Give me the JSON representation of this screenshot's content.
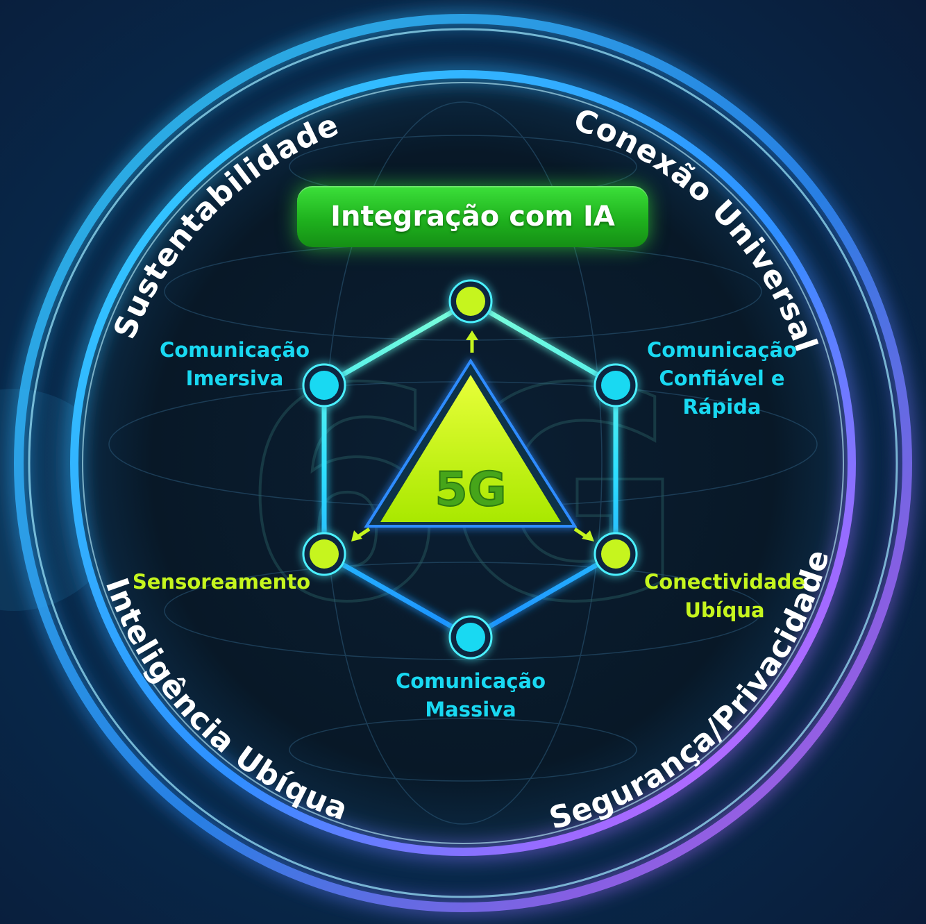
{
  "center_label": "5G",
  "top_box": {
    "label": "Integração com IA"
  },
  "ring_labels": {
    "top_left": "Sustentabilidade",
    "top_right": "Conexão Universal",
    "bottom_left": "Inteligência Ubíqua",
    "bottom_right": "Segurança/Privacidade"
  },
  "nodes": {
    "immersive": [
      "Comunicação",
      "Imersiva"
    ],
    "reliable": [
      "Comunicação",
      "Confiável e",
      "Rápida"
    ],
    "sensing": [
      "Sensoreamento"
    ],
    "ubiquitous": [
      "Conectividade",
      "Ubíqua"
    ],
    "massive": [
      "Comunicação",
      "Massiva"
    ]
  },
  "colors": {
    "cyan": "#19d9f2",
    "lime": "#c6f51e",
    "green_box": "#22b820",
    "ring": "#3fb8ff",
    "ring_accent": "#c26bff"
  }
}
